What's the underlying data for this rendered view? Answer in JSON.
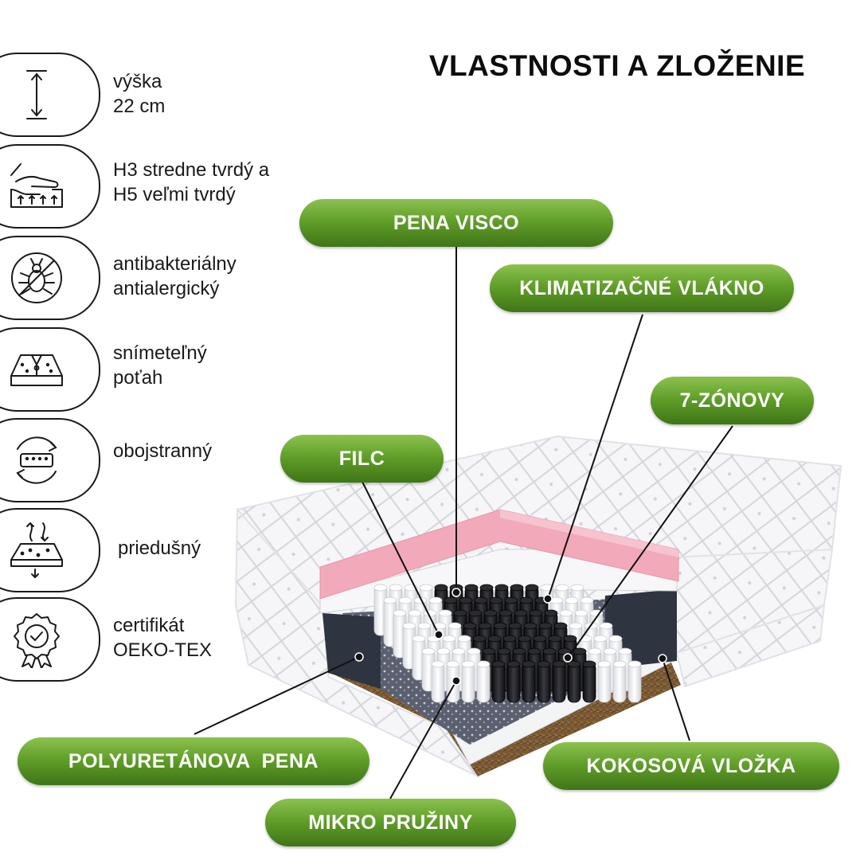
{
  "title": "VLASTNOSTI A ZLOŽENIE",
  "features": [
    {
      "icon": "height-arrow-icon",
      "line1": "výška",
      "line2": "22 cm"
    },
    {
      "icon": "firmness-hand-icon",
      "line1": "H3 stredne tvrdý a",
      "line2": "H5 veľmi tvrdý"
    },
    {
      "icon": "no-bug-icon",
      "line1": "antibakteriálny",
      "line2": "antialergický"
    },
    {
      "icon": "zipper-cover-icon",
      "line1": "snímeteľný",
      "line2": "poťah"
    },
    {
      "icon": "flip-mattress-icon",
      "line1": "obojstranný",
      "line2": ""
    },
    {
      "icon": "airflow-icon",
      "line1": "priedušný",
      "line2": ""
    },
    {
      "icon": "certificate-badge-icon",
      "line1": "certifikát",
      "line2": "OEKO-TEX"
    }
  ],
  "labels": {
    "pena_visco": "PENA VISCO",
    "klimatizacne_vlakno": "KLIMATIZAČNÉ VLÁKNO",
    "zonovy": "7-ZÓNOVY",
    "filc": "FILC",
    "polyuretanova_pena": "POLYURETÁNOVA  PENA",
    "kokosova_vlozka": "KOKOSOVÁ VLOŽKA",
    "mikro_pruziny": "MIKRO PRUŽINY"
  },
  "colors": {
    "pill_green": "#5f9d28",
    "foam_pink": "#f2a9b9",
    "coconut_brown": "#7a5a34",
    "felt_dark": "#2e3440"
  }
}
